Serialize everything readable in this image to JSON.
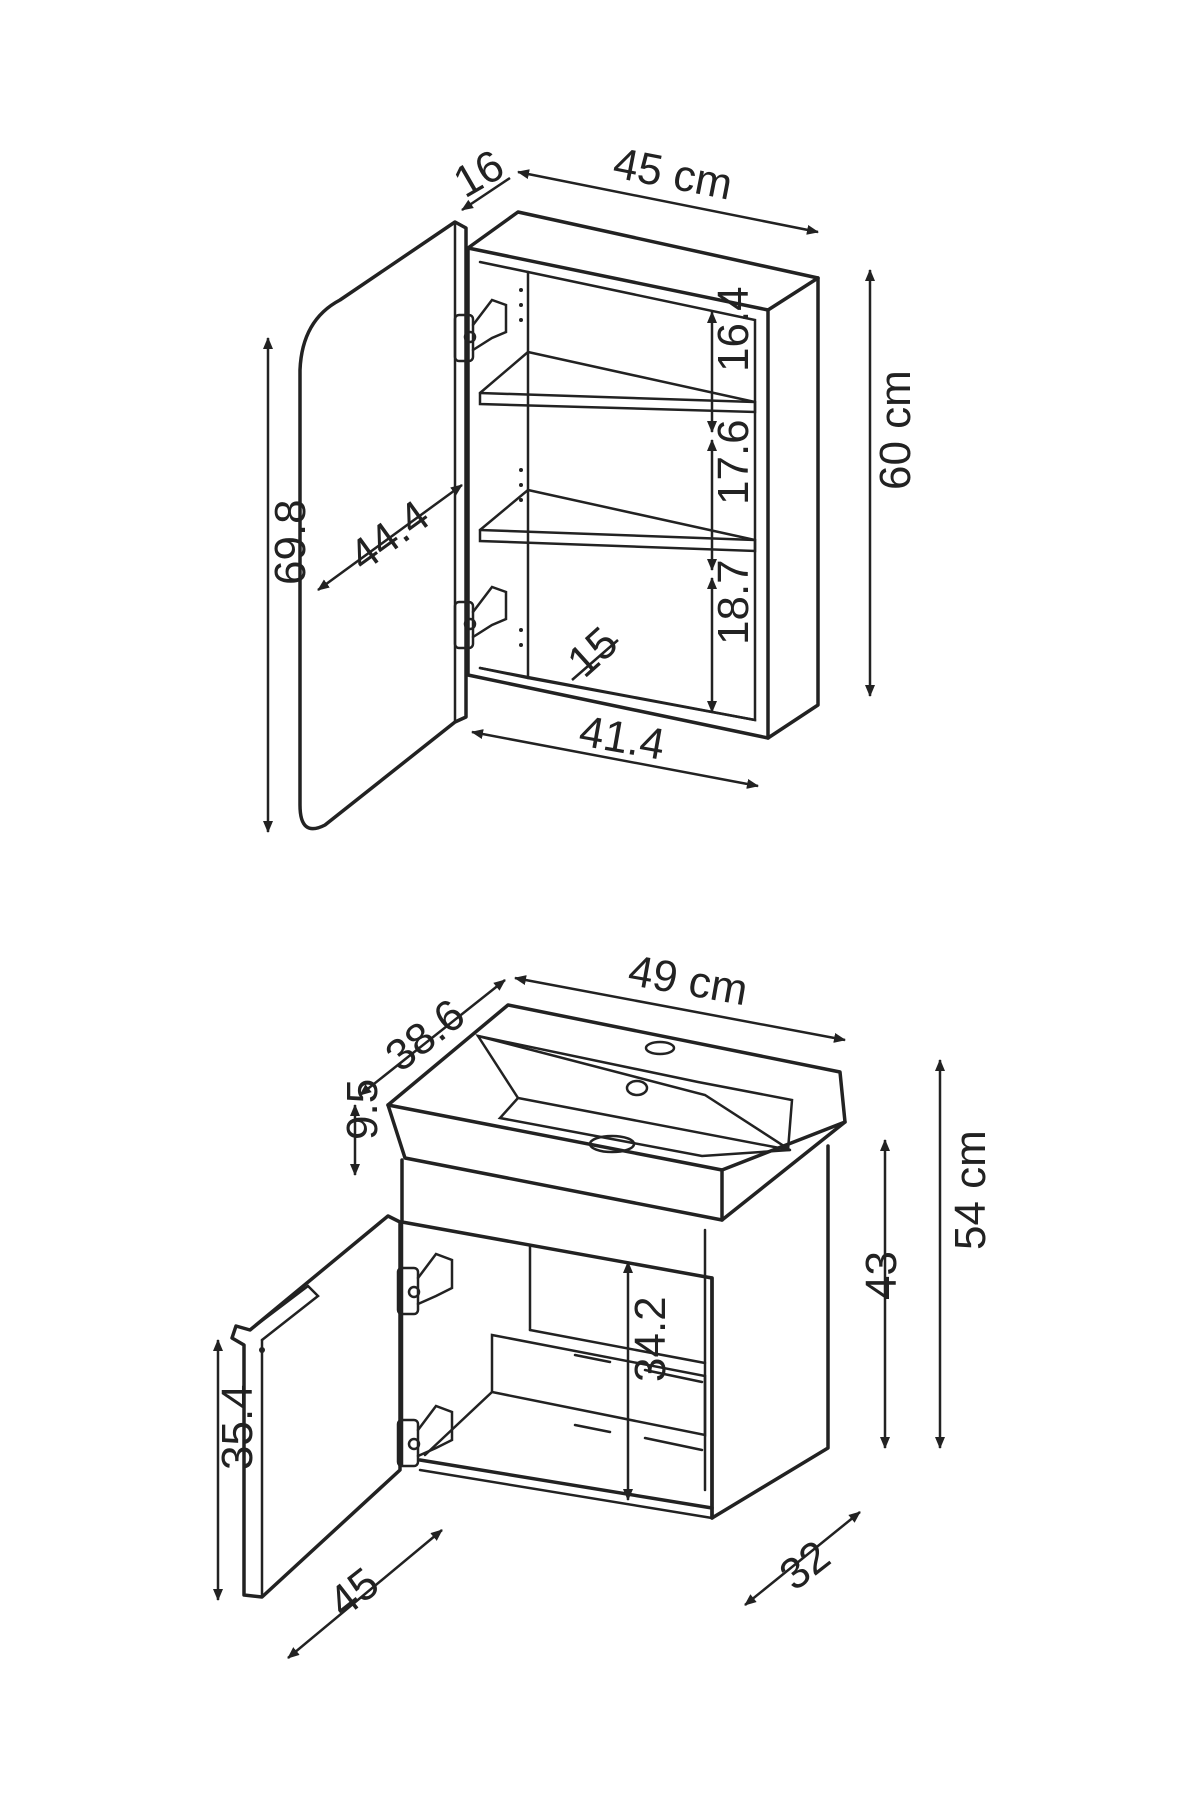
{
  "colors": {
    "ink": "#222222",
    "background": "#ffffff"
  },
  "cabinet": {
    "depth": "16",
    "width": "45 cm",
    "height": "60 cm",
    "door_height": "69.8",
    "door_width": "44.4",
    "shelf_top": "16.4",
    "shelf_middle": "17.6",
    "shelf_bottom": "18.7",
    "shelf_depth": "15",
    "inner_width": "41.4"
  },
  "vanity": {
    "basin_depth": "38.6",
    "basin_width": "49 cm",
    "basin_height": "9.5",
    "total_height": "54 cm",
    "body_height": "43",
    "inner_height": "34.2",
    "door_height": "35.4",
    "door_width": "45",
    "body_depth": "32"
  }
}
